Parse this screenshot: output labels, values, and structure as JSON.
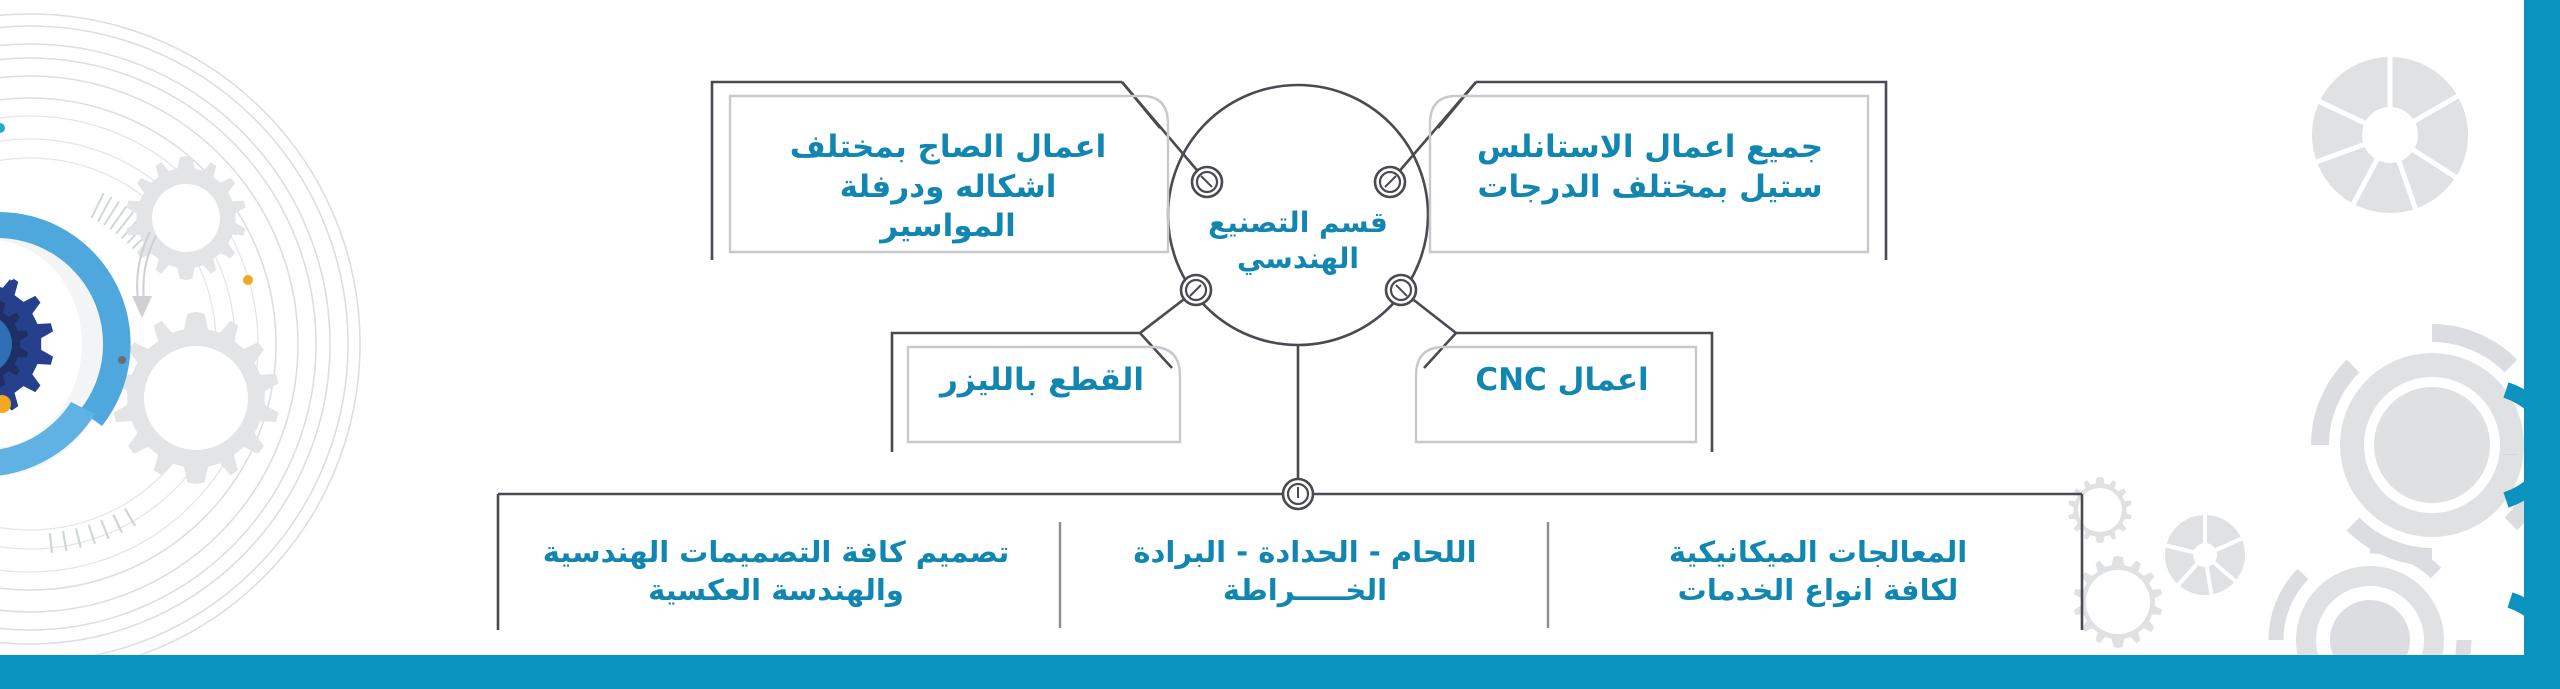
{
  "diagram": {
    "title": "قسم التصنيع الهندسي",
    "center": {
      "label": "قسم التصنيع\nالهندسي",
      "name": "engineering-manufacturing-department"
    },
    "branches": [
      {
        "id": "sheet-metal",
        "label": "اعمال الصاج بمختلف\nاشكاله ودرفلة المواسير",
        "position": "top-left"
      },
      {
        "id": "stainless-steel",
        "label": "جميع اعمال الاستانلس\nستيل بمختلف الدرجات",
        "position": "top-right"
      },
      {
        "id": "laser-cutting",
        "label": "القطع بالليزر",
        "position": "mid-left"
      },
      {
        "id": "cnc-works",
        "label": "اعمال CNC",
        "position": "mid-right"
      }
    ],
    "footer": {
      "sections": [
        {
          "id": "engineering-design",
          "label": "تصميم كافة التصميمات الهندسية\nوالهندسة العكسية"
        },
        {
          "id": "welding-blacksmithing",
          "label": "اللحام - الحدادة - البرادة\nالخـــــراطة"
        },
        {
          "id": "mechanical-treatments",
          "label": "المعالجات الميكانيكية\nلكافة انواع الخدمات"
        }
      ]
    },
    "nodes": {
      "count": 5,
      "icon": "connector-node-icon"
    }
  },
  "colors": {
    "accent_teal": "#0b93bf",
    "text_teal": "#1086b0",
    "line_dark": "#4a4a52",
    "line_light": "#c9c9cd",
    "gear_gray": "#e0e1e3",
    "gear_blue_dark": "#27408b",
    "gear_blue_light": "#3f9fd8",
    "accent_orange": "#f5a623"
  },
  "decor": {
    "left": "gear-cluster-icon",
    "right": "gear-cluster-icon",
    "bottom_bar": "teal-accent-bar",
    "right_bar": "teal-accent-bar"
  }
}
